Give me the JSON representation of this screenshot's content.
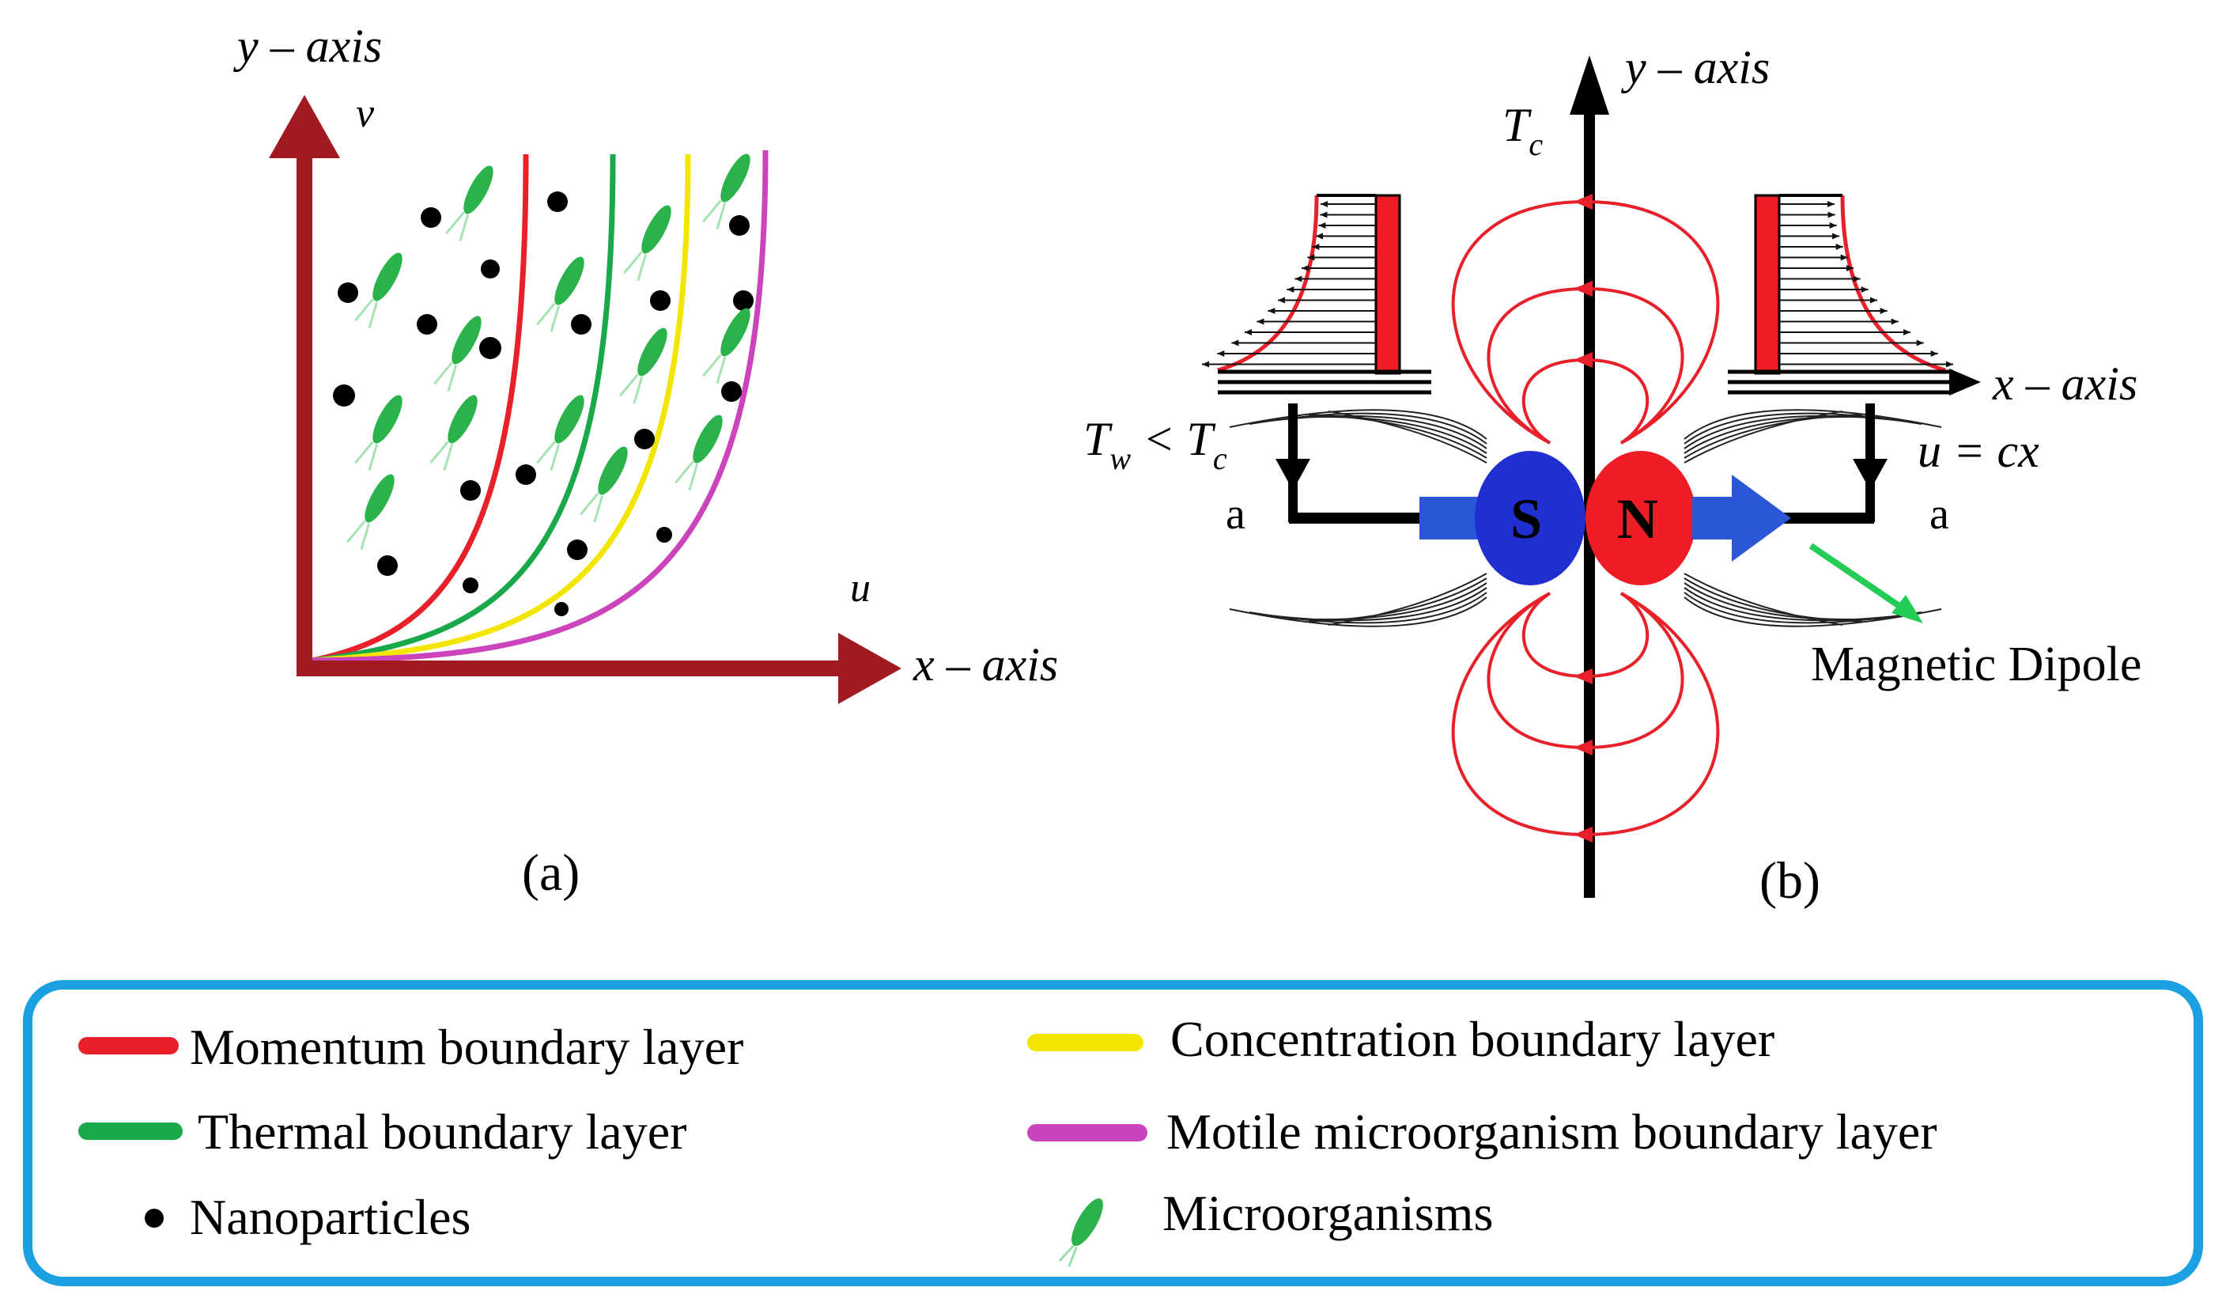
{
  "colors": {
    "axis": "#a01a1f",
    "momentum": "#e8202a",
    "thermal": "#19a84a",
    "concentration": "#f2e600",
    "motile": "#cc44bb",
    "particle": "#000000",
    "microbe": "#2ab34a",
    "north": "#ee1c24",
    "south": "#1f2fd0",
    "field": "#e8202a",
    "legend_border": "#1ba1e2",
    "pointer": "#22cc55"
  },
  "panel_a": {
    "y_axis_label": "y – axis",
    "x_axis_label": "x – axis",
    "v_label": "v",
    "u_label": "u",
    "caption": "(a)"
  },
  "panel_b": {
    "y_axis_label": "y – axis",
    "x_axis_label": "x – axis",
    "tc_label": "T",
    "tc_sub": "c",
    "tw_label": "T",
    "tw_sub": "w",
    "tw_lt": " < T",
    "tw_lt_sub": "c",
    "u_eq": "u = cx",
    "left_a": "a",
    "right_a": "a",
    "south_pole": "S",
    "north_pole": "N",
    "dipole_label": "Magnetic Dipole",
    "caption": "(b)"
  },
  "legend": {
    "items": [
      {
        "key": "momentum",
        "label": "Momentum boundary layer",
        "icon": "red-line"
      },
      {
        "key": "concentration",
        "label": "Concentration boundary layer",
        "icon": "yellow-line"
      },
      {
        "key": "thermal",
        "label": "Thermal boundary layer",
        "icon": "green-line"
      },
      {
        "key": "motile",
        "label": "Motile microorganism boundary layer",
        "icon": "magenta-line"
      },
      {
        "key": "nanoparticles",
        "label": "Nanoparticles",
        "icon": "black-dot"
      },
      {
        "key": "microorganisms",
        "label": "Microorganisms",
        "icon": "microbe"
      }
    ]
  }
}
